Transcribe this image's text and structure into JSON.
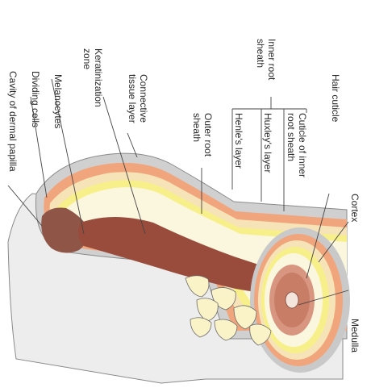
{
  "labels": {
    "inner_root_sheath_l1": "Inner root",
    "inner_root_sheath_l2": "sheath",
    "keratinization_l1": "Keratinization",
    "keratinization_l2": "zone",
    "connective_l1": "Connective",
    "connective_l2": "tissue layer",
    "melanocytes": "Melanocytes",
    "dividing_cells": "Dividing cells",
    "cavity": "Cavity of dermal papilla",
    "outer_root_l1": "Outer root",
    "outer_root_l2": "sheath",
    "henles_layer": "Henle's layer",
    "huxleys_layer": "Huxley's layer",
    "cuticle_inner_l1": "Cuticle of inner",
    "cuticle_inner_l2": "root sheath",
    "hair_cuticle": "Hair cuticle",
    "cortex": "Cortex",
    "medulla": "Medulla"
  },
  "colors": {
    "connective": "#bdbdbd",
    "outer_sheath": "#f0a57c",
    "henle": "#f6e3b8",
    "huxley": "#f7f08a",
    "cuticle_inner": "#fbf7df",
    "cortex": "#c87d66",
    "hair_shaft": "#9a4c3c",
    "medulla": "#f3e5dc",
    "papilla": "#8f5647",
    "skin": "#ededed"
  }
}
